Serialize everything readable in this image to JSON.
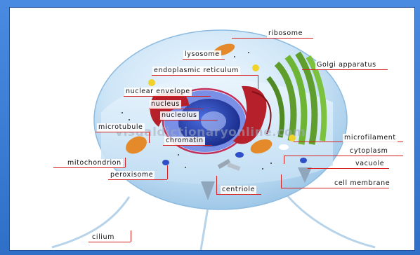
{
  "watermark": "visualdictionaryonline.com",
  "labels": {
    "ribosome": "ribosome",
    "lysosome": "lysosome",
    "golgi": "Golgi apparatus",
    "er": "endoplasmic reticulum",
    "nuclear_envelope": "nuclear envelope",
    "nucleus": "nucleus",
    "nucleolus": "nucleolus",
    "microtubule": "microtubule",
    "chromatin": "chromatin",
    "microfilament": "microfilament",
    "cytoplasm": "cytoplasm",
    "mitochondrion": "mitochondrion",
    "vacuole": "vacuole",
    "peroxisome": "peroxisome",
    "centriole": "centriole",
    "cell_membrane": "cell membrane",
    "cilium": "cilium"
  },
  "colors": {
    "frame": "#3d7fd6",
    "leader_line": "#d8211f",
    "cytoplasm": "#cfe6f7",
    "golgi": "#5f9e2c",
    "er": "#b5202a",
    "nucleus": "#2f4fc8",
    "mitochondrion": "#e58a2a"
  }
}
